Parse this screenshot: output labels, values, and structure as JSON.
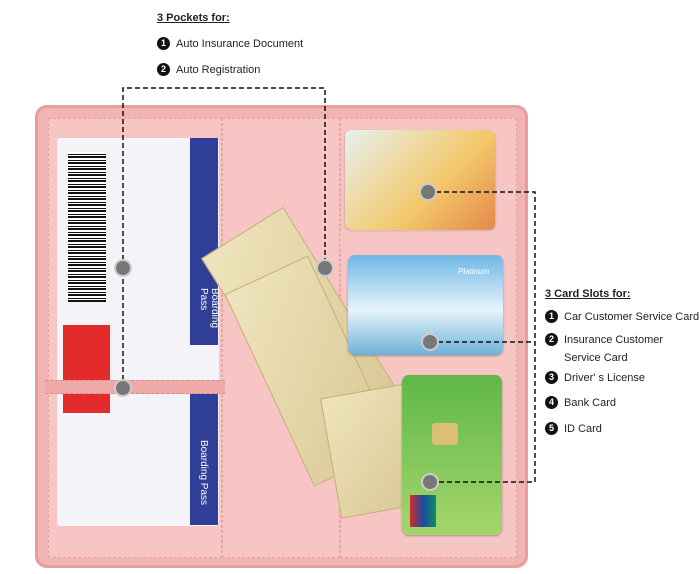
{
  "pockets": {
    "heading": "3 Pockets for:",
    "items": [
      {
        "num": "1",
        "label": "Auto Insurance Document"
      },
      {
        "num": "2",
        "label": "Auto Registration"
      }
    ]
  },
  "card_slots": {
    "heading": "3 Card Slots for:",
    "items": [
      {
        "num": "1",
        "label": "Car Customer Service Card"
      },
      {
        "num": "2",
        "label": "Insurance Customer Service Card"
      },
      {
        "num": "3",
        "label": "Driver' s License"
      },
      {
        "num": "4",
        "label": "Bank Card"
      },
      {
        "num": "5",
        "label": "ID Card"
      }
    ]
  },
  "boarding_pass": {
    "label_top": "Boarding Pass",
    "label_bottom": "Boarding Pass"
  },
  "card2_text": "Platinum",
  "colors": {
    "wallet": "#f2b3b3",
    "boarding_strip": "#2f3f97",
    "dash": "#111111"
  }
}
